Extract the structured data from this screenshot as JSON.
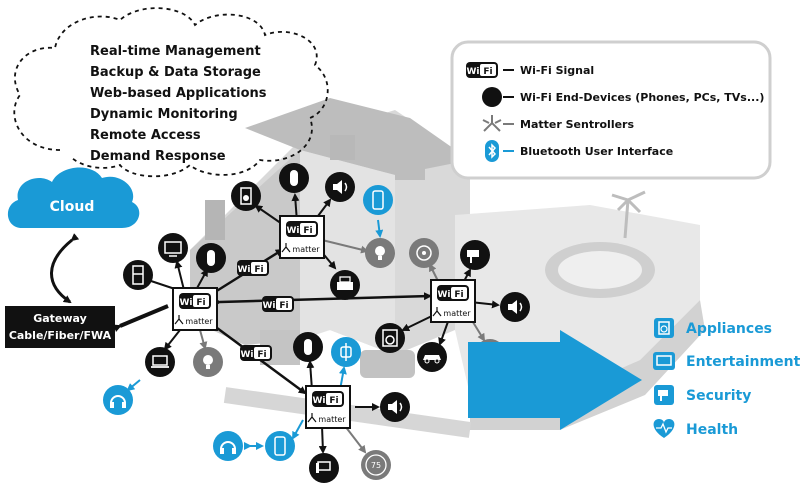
{
  "cloud": {
    "title": "Cloud",
    "services": [
      "Real-time Management",
      "Backup & Data Storage",
      "Web-based Applications",
      "Dynamic Monitoring",
      "Remote Access",
      "Demand Response"
    ]
  },
  "gateway": {
    "line1": "Gateway",
    "line2": "Cable/Fiber/FWA"
  },
  "legend": {
    "items": [
      {
        "icon": "wifi-badge-icon",
        "label": "Wi-Fi Signal"
      },
      {
        "icon": "end-device-dot-icon",
        "label": "Wi-Fi End-Devices (Phones, PCs, TVs...)"
      },
      {
        "icon": "matter-logo-icon",
        "label": "Matter Sentrollers"
      },
      {
        "icon": "bluetooth-icon",
        "label": "Bluetooth User Interface"
      }
    ]
  },
  "badges": {
    "wifi": "Wi",
    "wifi_fi": "Fi",
    "matter": "matter",
    "therm": "75"
  },
  "benefits": [
    {
      "icon": "appliance-icon",
      "label": "Appliances"
    },
    {
      "icon": "tv-icon",
      "label": "Entertainment"
    },
    {
      "icon": "camera-icon",
      "label": "Security"
    },
    {
      "icon": "heart-pulse-icon",
      "label": "Health"
    }
  ],
  "colors": {
    "blue": "#1a9ad6",
    "black": "#111111",
    "gray": "#6b6b6b",
    "house": "#cfcfcf"
  }
}
